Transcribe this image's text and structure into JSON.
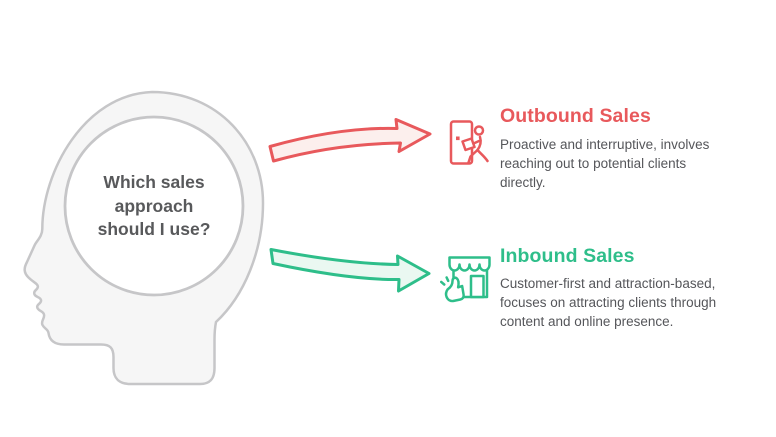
{
  "diagram": {
    "background": "#FFFFFF",
    "question": "Which sales\napproach\nshould I use?",
    "head": {
      "fill": "#F6F6F6",
      "outline": "#C6C6C8",
      "text_color": "#58595B"
    },
    "outbound": {
      "title": "Outbound Sales",
      "description": "Proactive and interruptive, involves\nreaching out to potential clients\ndirectly.",
      "accent_color": "#E8595C",
      "arrow_fill": "#FCEFED",
      "icon": "person-exiting-door-icon"
    },
    "inbound": {
      "title": "Inbound Sales",
      "description": "Customer-first and attraction-based,\nfocuses on attracting clients through\ncontent and online presence.",
      "accent_color": "#2EBE8A",
      "arrow_fill": "#EAF8F1",
      "icon": "storefront-thumbs-up-icon"
    }
  }
}
